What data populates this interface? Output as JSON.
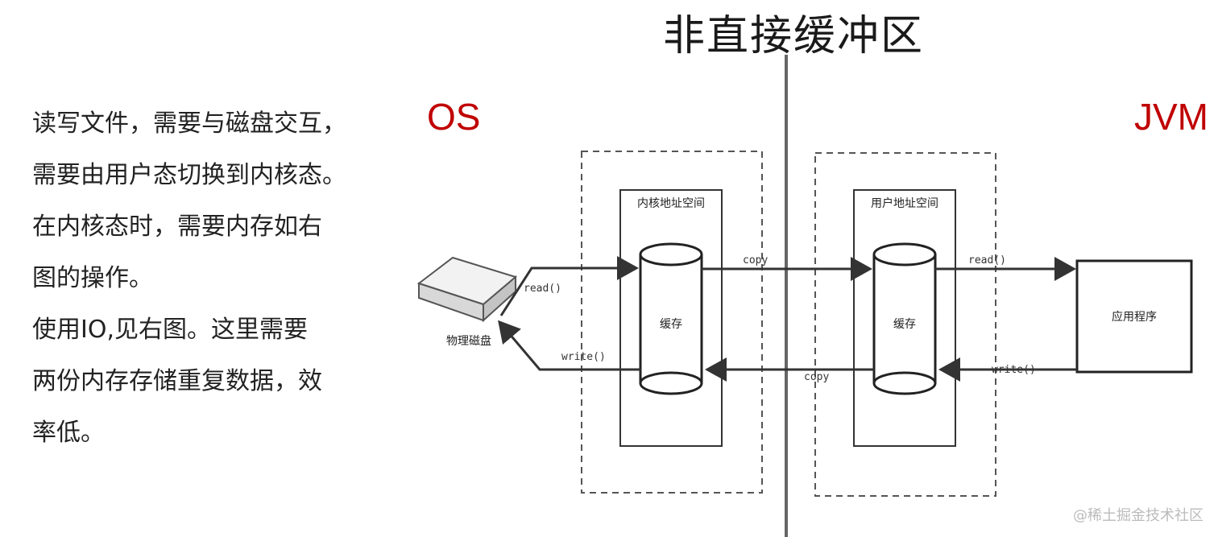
{
  "title": "非直接缓冲区",
  "description": [
    "读写文件，需要与磁盘交互，",
    "需要由用户态切换到内核态。",
    "在内核态时，需要内存如右",
    "图的操作。",
    "使用IO,见右图。这里需要",
    "两份内存存储重复数据，效",
    "率低。"
  ],
  "labels": {
    "os": "OS",
    "jvm": "JVM"
  },
  "diagram": {
    "kernel_space": "内核地址空间",
    "user_space": "用户地址空间",
    "kernel_cache": "缓存",
    "user_cache": "缓存",
    "disk": "物理磁盘",
    "app": "应用程序",
    "arrows": {
      "disk_read": "read()",
      "disk_write": "write()",
      "copy_to_user": "copy",
      "copy_to_kernel": "copy",
      "app_read": "read()",
      "app_write": "write()"
    }
  },
  "colors": {
    "accent_red": "#c00000",
    "stroke": "#333333",
    "dashed": "#555555"
  },
  "watermark": "@稀土掘金技术社区"
}
